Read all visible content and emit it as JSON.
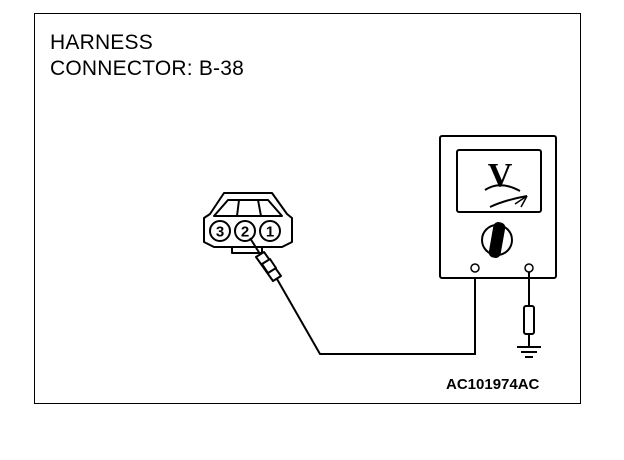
{
  "title": {
    "line1": "HARNESS",
    "line2": "CONNECTOR: B-38"
  },
  "connector": {
    "pins": [
      "3",
      "2",
      "1"
    ],
    "probed_pin": "2"
  },
  "meter": {
    "dial_label": "V"
  },
  "figure_code": "AC101974AC",
  "colors": {
    "ink": "#000000",
    "background": "#ffffff"
  },
  "icons": [
    "harness-connector-icon",
    "voltmeter-icon",
    "test-probe-icon",
    "ground-symbol-icon"
  ]
}
